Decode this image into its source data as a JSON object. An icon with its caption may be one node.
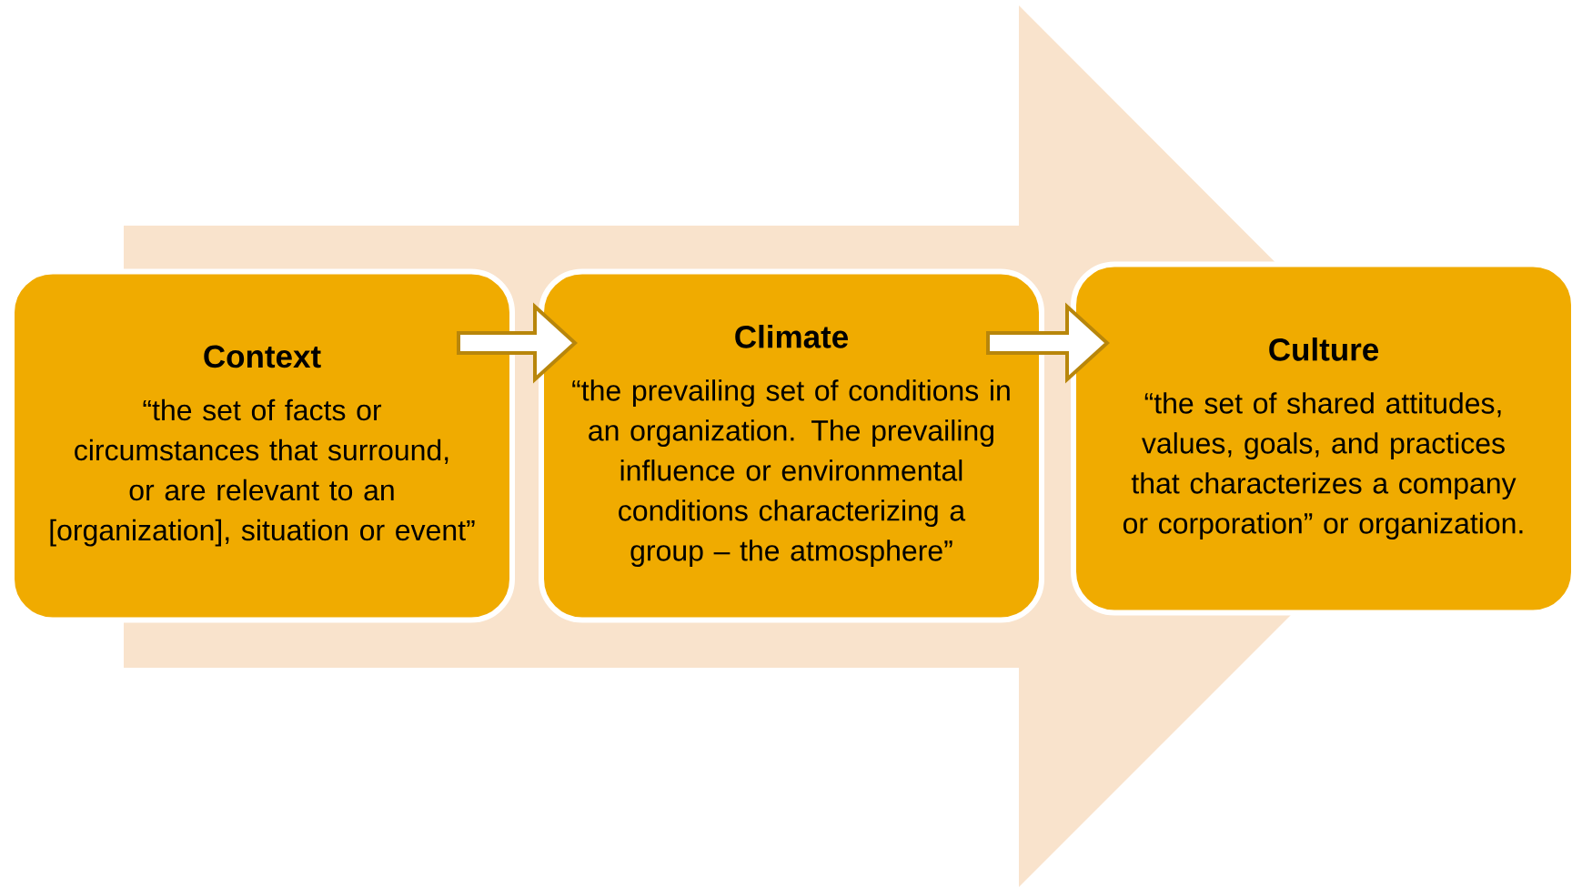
{
  "diagram": {
    "nodes": [
      {
        "text": [
          "Context",
          "“the set of facts or circumstances that surround, or are relevant to an [organization], situation or event”"
        ]
      },
      {
        "text": [
          "Climate",
          "“the prevailing set of conditions in an organization. The prevailing influence or environmental conditions characterizing a group – the atmosphere”"
        ]
      },
      {
        "text": [
          "Culture",
          "“the set of shared attitudes, values, goals, and practices that characterizes a company or corporation” or organization."
        ]
      }
    ],
    "edges": [
      {
        "from": 0,
        "to": 1,
        "arrow": "to"
      },
      {
        "from": 1,
        "to": 2,
        "arrow": "to"
      },
      {
        "from": 0,
        "to": 2,
        "arrow": "to",
        "color": "#f9e3cc"
      }
    ]
  }
}
